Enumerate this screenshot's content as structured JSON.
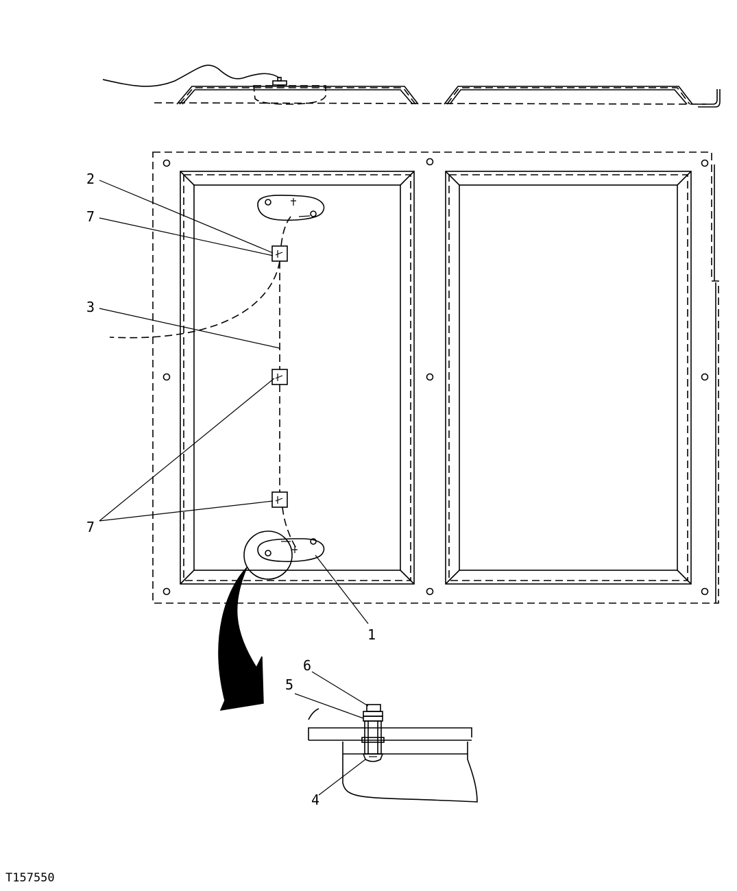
{
  "figure_id": "T157550",
  "callouts": {
    "c1": "1",
    "c2": "2",
    "c3": "3",
    "c4": "4",
    "c5": "5",
    "c6": "6",
    "c7a": "7",
    "c7b": "7"
  }
}
